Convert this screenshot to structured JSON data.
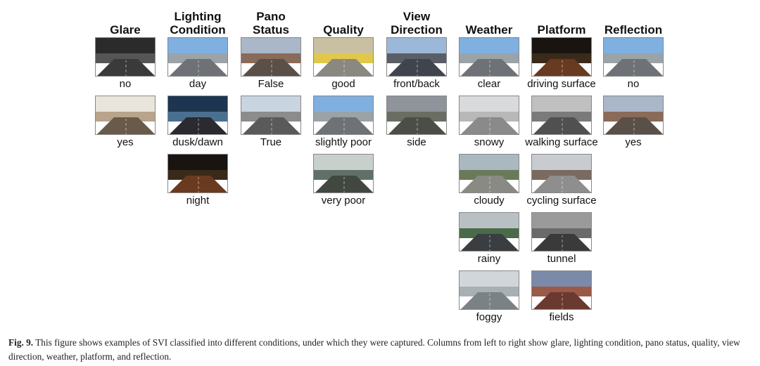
{
  "columns": [
    {
      "title": [
        "Glare"
      ],
      "cells": [
        {
          "label": "no",
          "scene": "dark"
        },
        {
          "label": "yes",
          "scene": "glare"
        }
      ]
    },
    {
      "title": [
        "Lighting",
        "Condition"
      ],
      "cells": [
        {
          "label": "day",
          "scene": "road"
        },
        {
          "label": "dusk/dawn",
          "scene": "dusk"
        },
        {
          "label": "night",
          "scene": "night"
        }
      ]
    },
    {
      "title": [
        "Pano",
        "Status"
      ],
      "cells": [
        {
          "label": "False",
          "scene": "city"
        },
        {
          "label": "True",
          "scene": "pano"
        }
      ]
    },
    {
      "title": [
        "Quality"
      ],
      "cells": [
        {
          "label": "good",
          "scene": "crosswalk"
        },
        {
          "label": "slightly poor",
          "scene": "road"
        },
        {
          "label": "very poor",
          "scene": "bus"
        }
      ]
    },
    {
      "title": [
        "View",
        "Direction"
      ],
      "cells": [
        {
          "label": "front/back",
          "scene": "onlylane"
        },
        {
          "label": "side",
          "scene": "overcast"
        }
      ]
    },
    {
      "title": [
        "Weather"
      ],
      "cells": [
        {
          "label": "clear",
          "scene": "road"
        },
        {
          "label": "snowy",
          "scene": "snow"
        },
        {
          "label": "cloudy",
          "scene": "house"
        },
        {
          "label": "rainy",
          "scene": "rain"
        },
        {
          "label": "foggy",
          "scene": "fog"
        }
      ]
    },
    {
      "title": [
        "Platform"
      ],
      "cells": [
        {
          "label": "driving surface",
          "scene": "night"
        },
        {
          "label": "walking surface",
          "scene": "walk"
        },
        {
          "label": "cycling surface",
          "scene": "street"
        },
        {
          "label": "tunnel",
          "scene": "tunnel"
        },
        {
          "label": "fields",
          "scene": "field"
        }
      ]
    },
    {
      "title": [
        "Reflection"
      ],
      "cells": [
        {
          "label": "no",
          "scene": "road"
        },
        {
          "label": "yes",
          "scene": "city"
        }
      ]
    }
  ],
  "caption": {
    "fig_label": "Fig. 9.",
    "text": "This figure shows examples of SVI classified into different conditions, under which they were captured. Columns from left to right show glare, lighting condition, pano status, quality, view direction, weather, platform, and reflection."
  },
  "scene_colors": {
    "dark": [
      "#2b2b2b",
      "#555555",
      "#3a3a3a"
    ],
    "glare": [
      "#e9e4dc",
      "#b8a48c",
      "#6a5a4a"
    ],
    "road": [
      "#7fb0e0",
      "#9aa3a8",
      "#6e7276"
    ],
    "dusk": [
      "#1d3550",
      "#4a7090",
      "#2a2a30"
    ],
    "night": [
      "#1a1410",
      "#3a2a1a",
      "#6a3a20"
    ],
    "city": [
      "#a9b7c8",
      "#8a6a58",
      "#5a5048"
    ],
    "pano": [
      "#c8d4e0",
      "#8c8c8c",
      "#5a5a5a"
    ],
    "crosswalk": [
      "#c8c0a0",
      "#e2c84a",
      "#8a8880"
    ],
    "bus": [
      "#c8d0cc",
      "#607068",
      "#404840"
    ],
    "onlylane": [
      "#9cb8d8",
      "#5a5e66",
      "#40444c"
    ],
    "overcast": [
      "#8e949a",
      "#6a6e62",
      "#4a4e46"
    ],
    "snow": [
      "#d8dadc",
      "#b8b8b8",
      "#8a8a8a"
    ],
    "house": [
      "#aab8c0",
      "#6a7a58",
      "#8a8a84"
    ],
    "rain": [
      "#b8c0c4",
      "#4a6a48",
      "#3a3e40"
    ],
    "fog": [
      "#d0d6da",
      "#a8b0b4",
      "#7a8286"
    ],
    "walk": [
      "#c0c0c0",
      "#7a7a7a",
      "#505050"
    ],
    "street": [
      "#c8ccd0",
      "#7a6a60",
      "#8e8e8e"
    ],
    "tunnel": [
      "#9a9a9a",
      "#6a6a6a",
      "#3a3a3a"
    ],
    "field": [
      "#7a8aa8",
      "#9a5a48",
      "#6a3a30"
    ]
  }
}
